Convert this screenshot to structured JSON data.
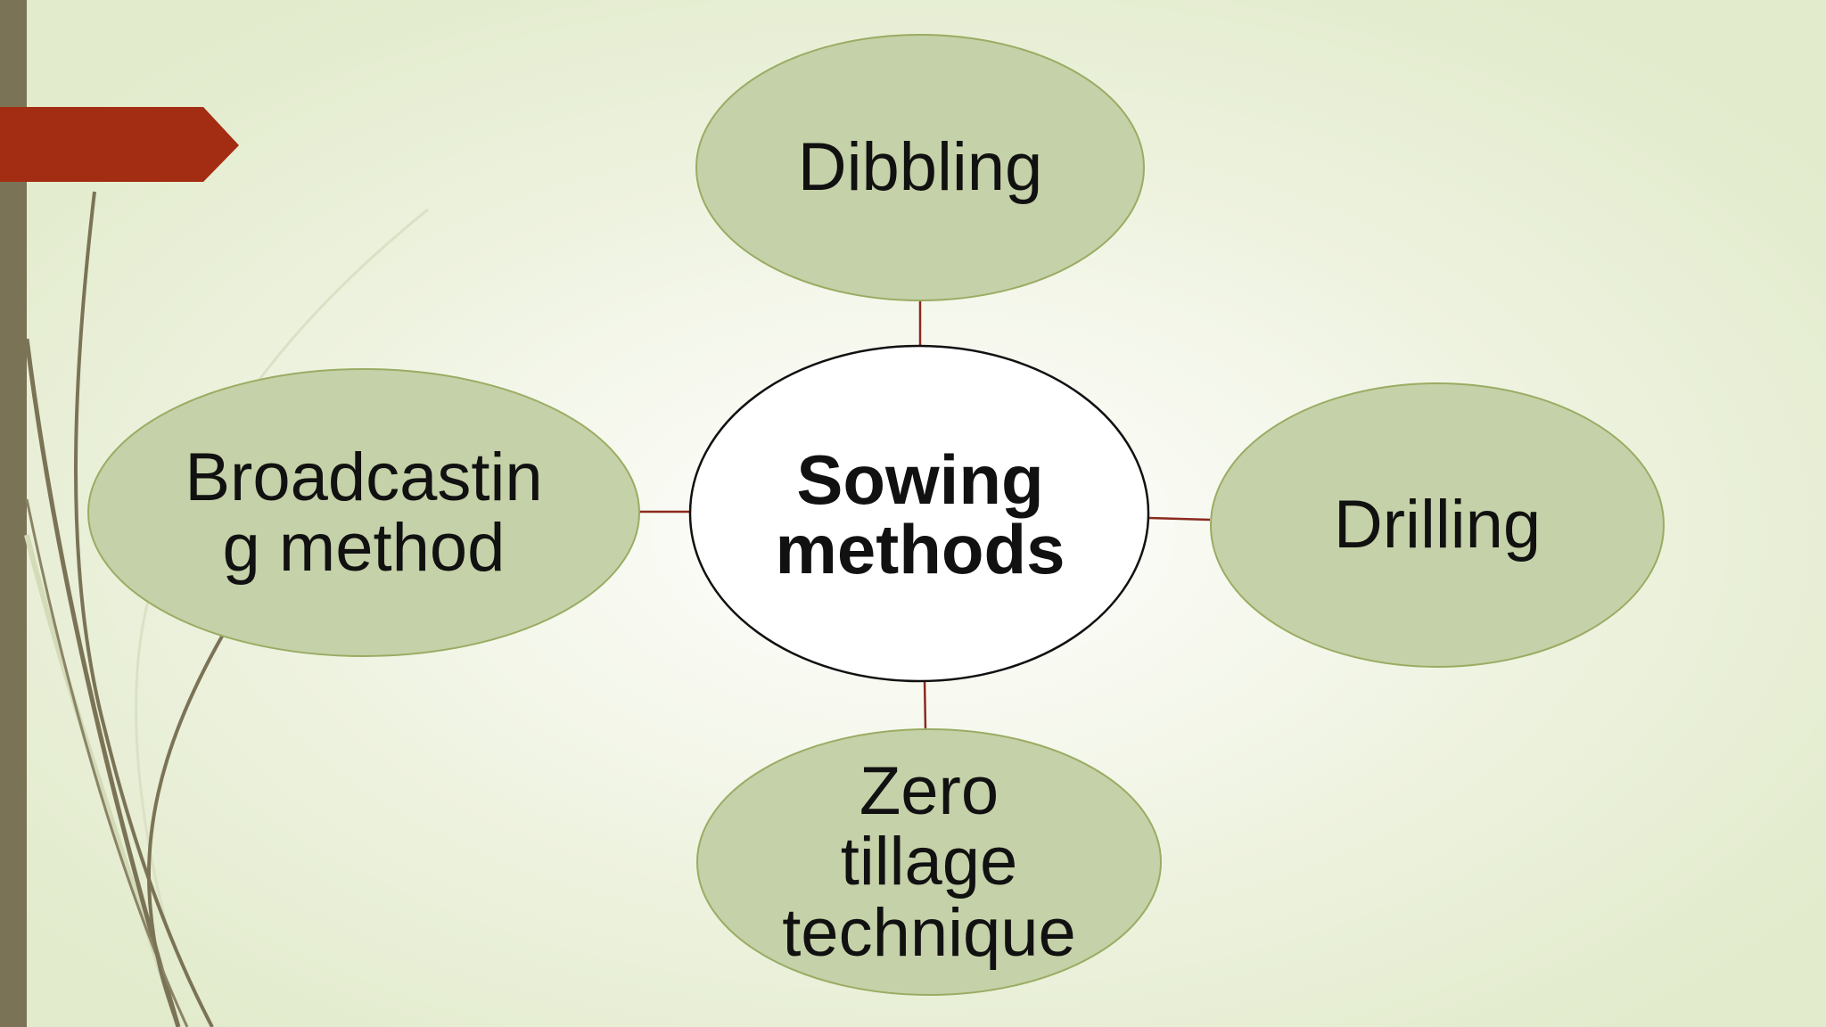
{
  "diagram": {
    "center": {
      "label": "Sowing\nmethods"
    },
    "nodes": [
      {
        "id": "top",
        "label": "Dibbling"
      },
      {
        "id": "left",
        "label": "Broadcastin\ng method"
      },
      {
        "id": "right",
        "label": "Drilling"
      },
      {
        "id": "bottom",
        "label": "Zero\ntillage\ntechnique"
      }
    ]
  },
  "colors": {
    "node_fill": "#c5d1a8",
    "node_stroke": "#9aac63",
    "center_fill": "#ffffff",
    "center_stroke": "#111111",
    "connector": "#8b2a1e",
    "arrow_banner": "#a32d12",
    "left_bar": "#7b7356"
  }
}
